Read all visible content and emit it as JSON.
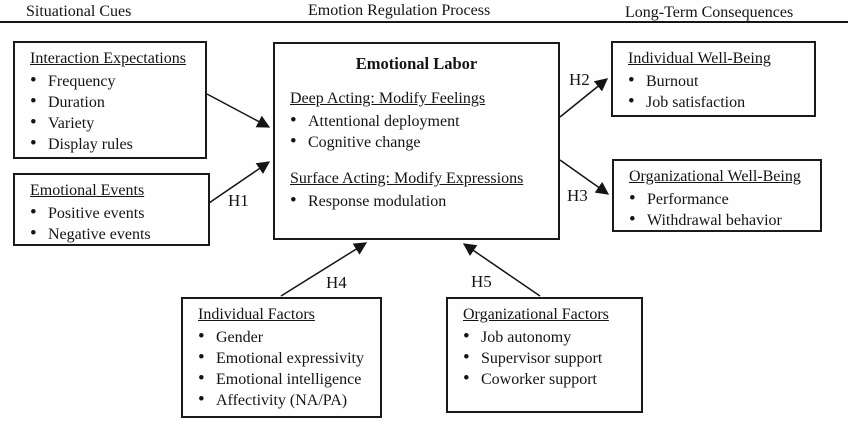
{
  "headers": {
    "situational_cues": "Situational Cues",
    "emotion_regulation_process": "Emotion Regulation Process",
    "long_term_consequences": "Long-Term Consequences"
  },
  "boxes": {
    "interaction_expectations": {
      "title": "Interaction Expectations",
      "items": [
        "Frequency",
        "Duration",
        "Variety",
        "Display rules"
      ]
    },
    "emotional_events": {
      "title": "Emotional Events",
      "items": [
        "Positive events",
        "Negative events"
      ]
    },
    "emotional_labor": {
      "title": "Emotional Labor",
      "sections": [
        {
          "heading": "Deep Acting: Modify Feelings",
          "items": [
            "Attentional deployment",
            "Cognitive change"
          ]
        },
        {
          "heading": "Surface Acting: Modify Expressions",
          "items": [
            "Response modulation"
          ]
        }
      ]
    },
    "individual_wellbeing": {
      "title": "Individual Well-Being",
      "items": [
        "Burnout",
        "Job satisfaction"
      ]
    },
    "organizational_wellbeing": {
      "title": "Organizational Well-Being",
      "items": [
        "Performance",
        "Withdrawal behavior"
      ]
    },
    "individual_factors": {
      "title": "Individual Factors",
      "items": [
        "Gender",
        "Emotional expressivity",
        "Emotional intelligence",
        "Affectivity (NA/PA)"
      ]
    },
    "organizational_factors": {
      "title": "Organizational Factors",
      "items": [
        "Job autonomy",
        "Supervisor support",
        "Coworker support"
      ]
    }
  },
  "hypotheses": {
    "h1": "H1",
    "h2": "H2",
    "h3": "H3",
    "h4": "H4",
    "h5": "H5"
  },
  "colors": {
    "ink": "#141414",
    "border": "#1a1a1a",
    "background": "#fefefe"
  }
}
